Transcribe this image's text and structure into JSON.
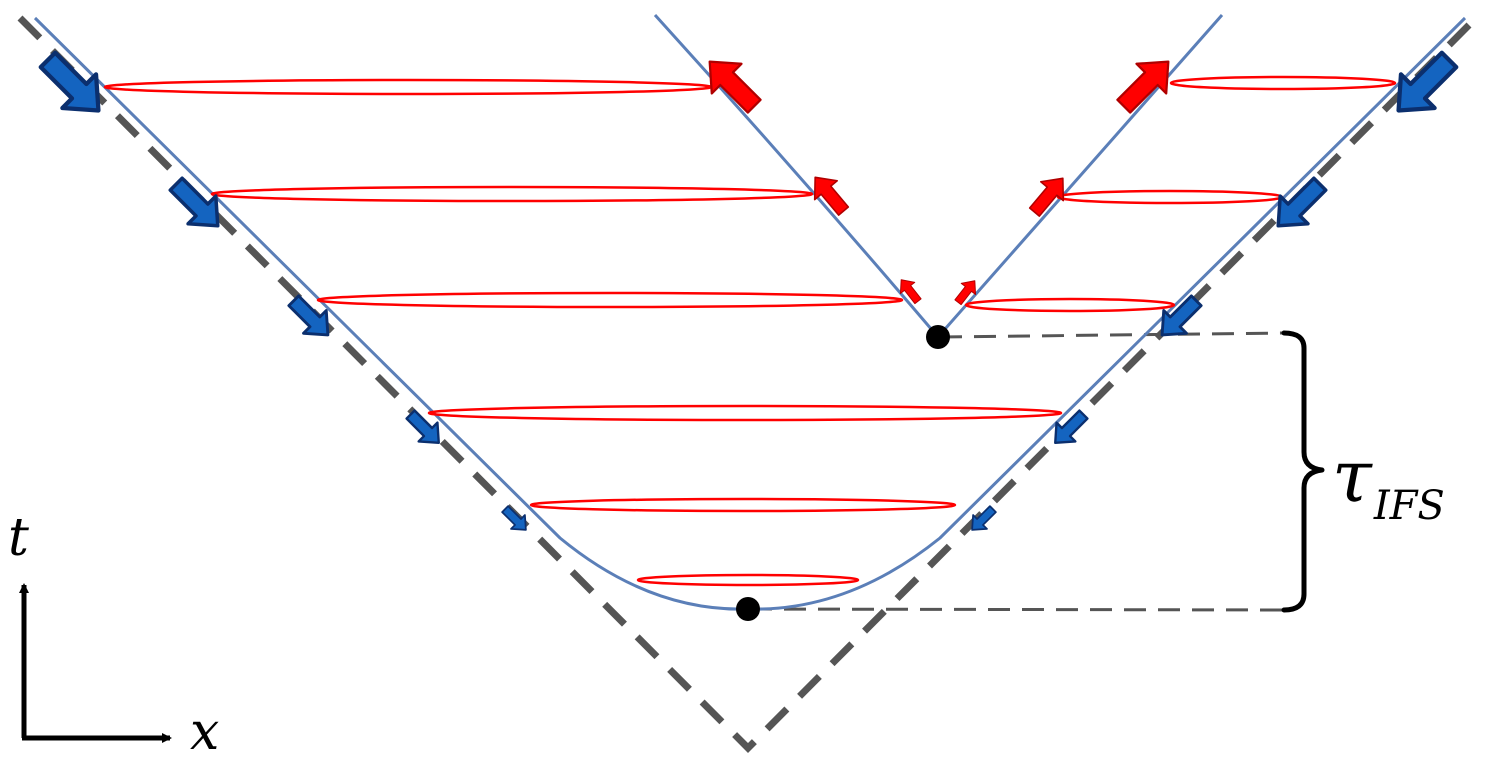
{
  "labels": {
    "t_axis": "t",
    "x_axis": "x",
    "tau_symbol": "τ",
    "tau_subscript": "IFS"
  },
  "colors": {
    "hyperbola": "#5b7fb8",
    "light_cone": "#555555",
    "loop": "#ff0000",
    "red_arrow": "#ff0000",
    "blue_arrow": "#1464c0",
    "blue_arrow_outline": "#0b2f6e",
    "axis": "#000000"
  }
}
